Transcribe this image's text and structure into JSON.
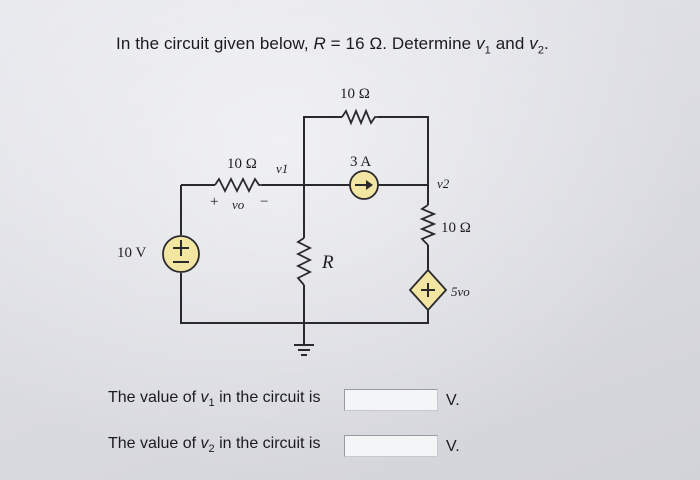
{
  "question": {
    "prefix": "In the circuit given below, ",
    "R_symbol": "R",
    "equals": " = 16 Ω. Determine ",
    "v1_v": "v",
    "v1_sub": "1",
    "and": " and ",
    "v2_v": "v",
    "v2_sub": "2",
    "suffix": "."
  },
  "circuit": {
    "r_top": "10 Ω",
    "r_left": "10 Ω",
    "r_right": "10 Ω",
    "node_v1": "v1",
    "node_v2": "v2",
    "vo_plus": "+",
    "vo_label": "vo",
    "vo_minus": "−",
    "source_voltage": "10 V",
    "current_source": "3 A",
    "R_label": "R",
    "dependent_source": "5vo"
  },
  "answers": [
    {
      "prefix": "The value of ",
      "var": "v",
      "sub": "1",
      "suffix": " in the circuit is",
      "unit": "V.",
      "value": ""
    },
    {
      "prefix": "The value of ",
      "var": "v",
      "sub": "2",
      "suffix": " in the circuit is",
      "unit": "V.",
      "value": ""
    }
  ]
}
